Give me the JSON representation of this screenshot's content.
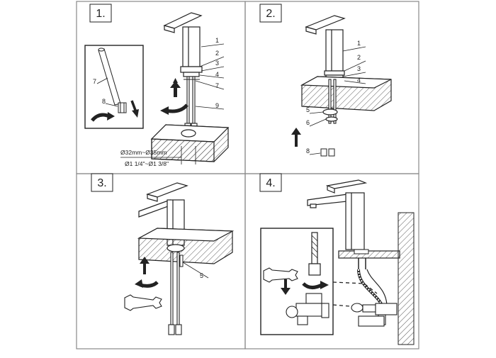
{
  "panels": [
    {
      "step": "1.",
      "callouts": [
        "1",
        "2",
        "3",
        "4",
        "7",
        "9",
        "7",
        "8"
      ],
      "dimension_lines": [
        "Ø32mm~Ø35mm",
        "Ø1 1/4\"~Ø1 3/8\""
      ]
    },
    {
      "step": "2.",
      "callouts": [
        "1",
        "2",
        "3",
        "4",
        "5",
        "6",
        "8"
      ]
    },
    {
      "step": "3.",
      "callouts": [
        "5"
      ]
    },
    {
      "step": "4.",
      "callouts": []
    }
  ],
  "colors": {
    "line": "#222222",
    "frame": "#888888",
    "hatch": "#555555"
  },
  "icons": [
    "faucet-icon",
    "hose-icon",
    "arrow-up-icon",
    "arrow-down-icon",
    "rotate-arrow-icon",
    "wrench-icon",
    "angle-valve-icon",
    "wall-hatch-icon"
  ]
}
